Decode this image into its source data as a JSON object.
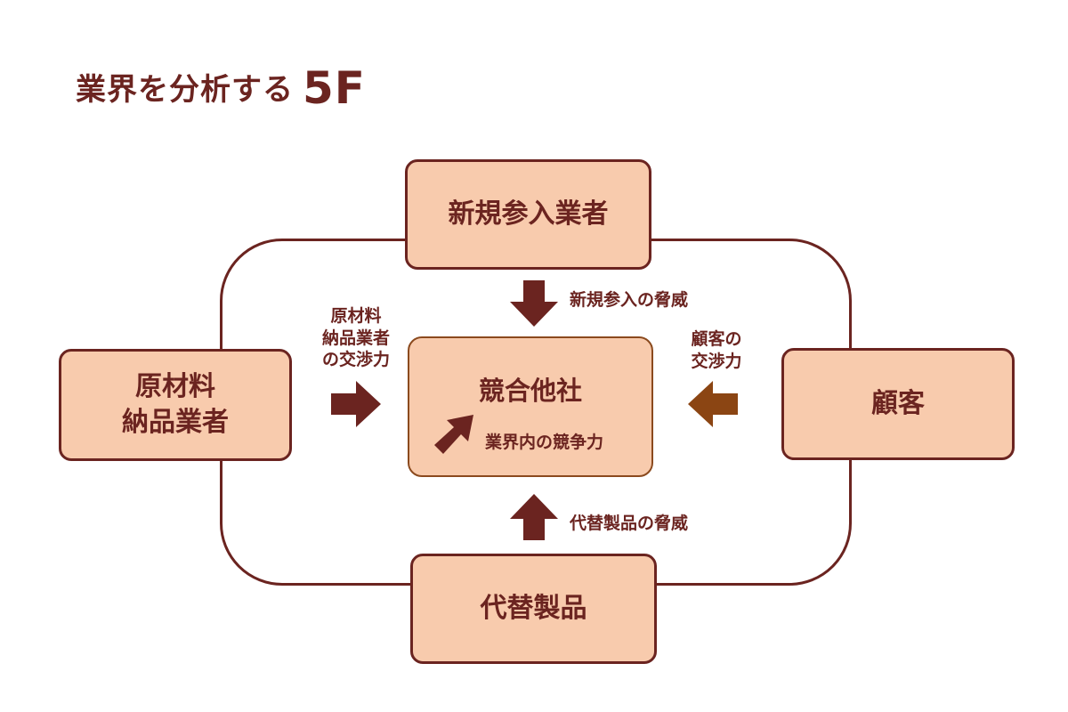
{
  "title": {
    "main": "業界を分析する",
    "big": "5F"
  },
  "colors": {
    "dark": "#6b2420",
    "box_fill": "#f8cbad",
    "brown_arrow": "#8b4513"
  },
  "boxes": {
    "top": "新規参入業者",
    "left_line1": "原材料",
    "left_line2": "納品業者",
    "right": "顧客",
    "bottom": "代替製品",
    "center_title": "競合他社",
    "center_sub": "業界内の競争力"
  },
  "labels": {
    "top": "新規参入の脅威",
    "left_line1": "原材料",
    "left_line2": "納品業者",
    "left_line3": "の交渉力",
    "right_line1": "顧客の",
    "right_line2": "交渉力",
    "bottom": "代替製品の脅威"
  }
}
